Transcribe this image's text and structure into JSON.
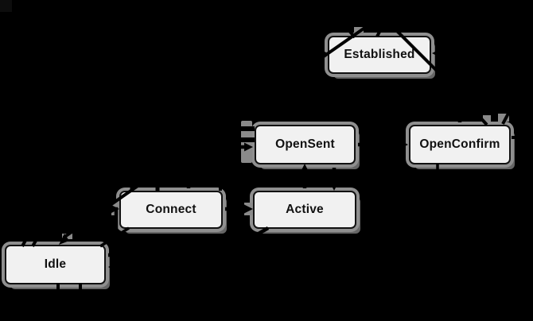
{
  "diagram": {
    "background_color": "#000000",
    "node_fill_color": "#f1f1f1",
    "node_border_color": "#111111",
    "halo_color": "#8f8f8f",
    "shadow_color": "#666666",
    "arrow_color": "#000000",
    "nodes": {
      "idle": {
        "label": "Idle"
      },
      "connect": {
        "label": "Connect"
      },
      "active": {
        "label": "Active"
      },
      "opensent": {
        "label": "OpenSent"
      },
      "openconfirm": {
        "label": "OpenConfirm"
      },
      "established": {
        "label": "Established"
      }
    }
  }
}
